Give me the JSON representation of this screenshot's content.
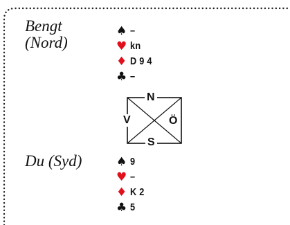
{
  "north": {
    "name_line1": "Bengt",
    "name_line2": "(Nord)",
    "spades": "–",
    "hearts": "kn",
    "diamonds": "D 9 4",
    "clubs": "–"
  },
  "south": {
    "name": "Du (Syd)",
    "spades": "9",
    "hearts": "–",
    "diamonds": "K 2",
    "clubs": "5"
  },
  "compass": {
    "north": "N",
    "south": "S",
    "west": "V",
    "east": "Ö"
  },
  "suit_symbols": {
    "spades": "♠",
    "hearts": "♥",
    "diamonds": "♦",
    "clubs": "♣"
  },
  "colors": {
    "red_suit": "#e0101c",
    "black_suit": "#111111",
    "border": "#222222"
  },
  "icons": {
    "spades": "spade-icon",
    "hearts": "heart-icon",
    "diamonds": "diamond-icon",
    "clubs": "club-icon"
  }
}
